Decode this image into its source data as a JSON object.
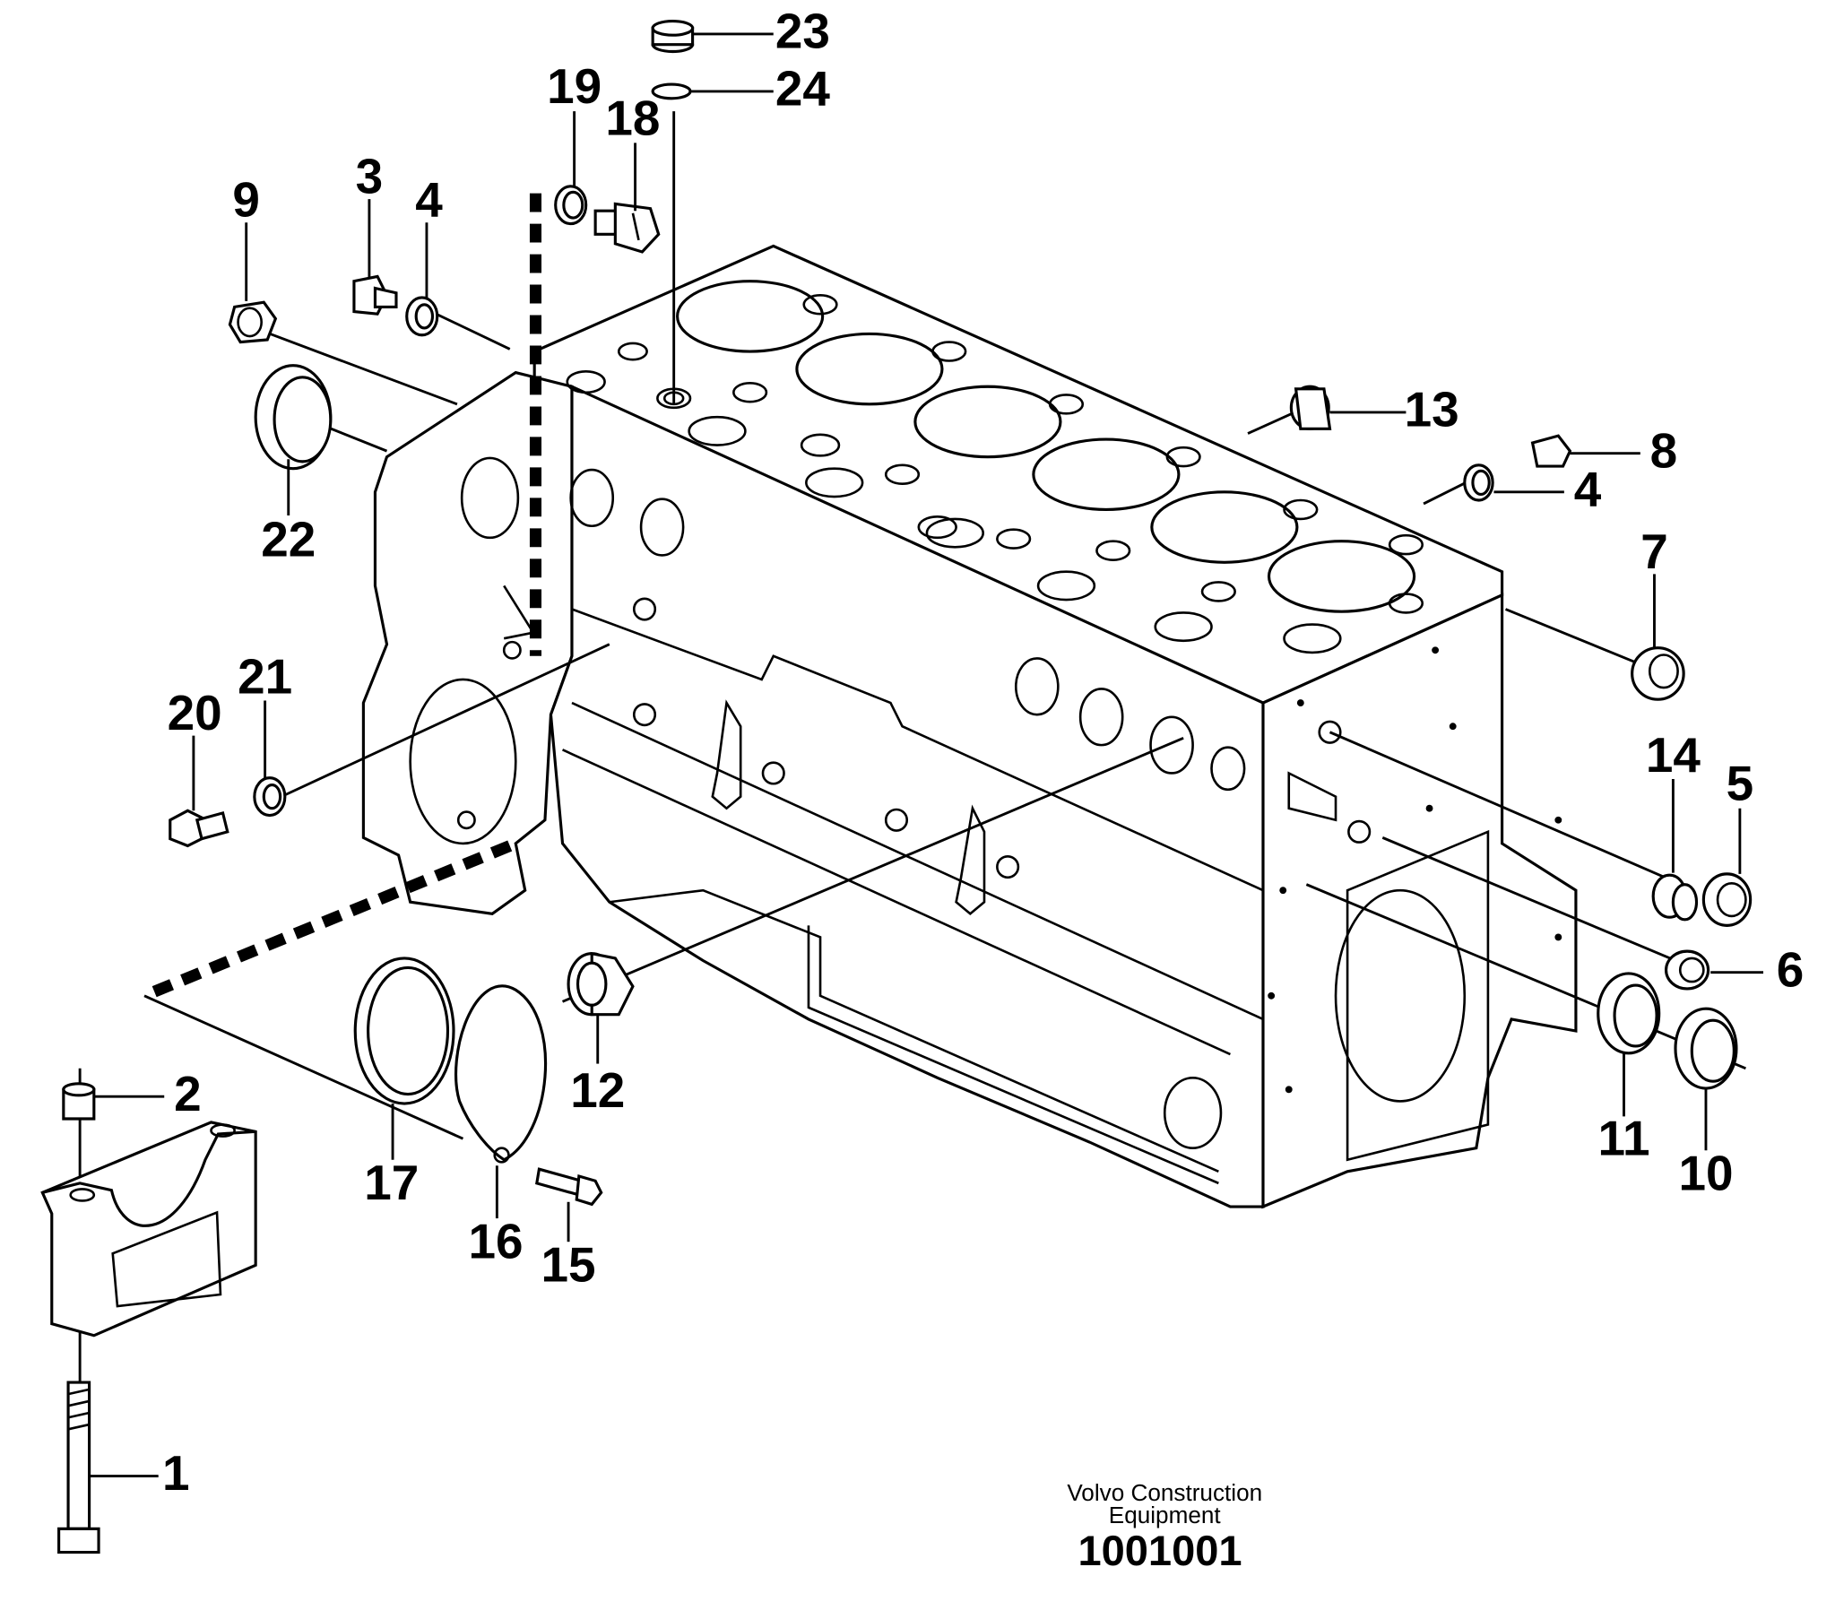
{
  "callouts": [
    "1",
    "2",
    "3",
    "4",
    "5",
    "6",
    "7",
    "8",
    "9",
    "10",
    "11",
    "12",
    "13",
    "14",
    "15",
    "16",
    "17",
    "18",
    "19",
    "20",
    "21",
    "22",
    "23",
    "24"
  ],
  "caption": {
    "line1": "Volvo Construction",
    "line2": "Equipment",
    "code": "1001001"
  }
}
